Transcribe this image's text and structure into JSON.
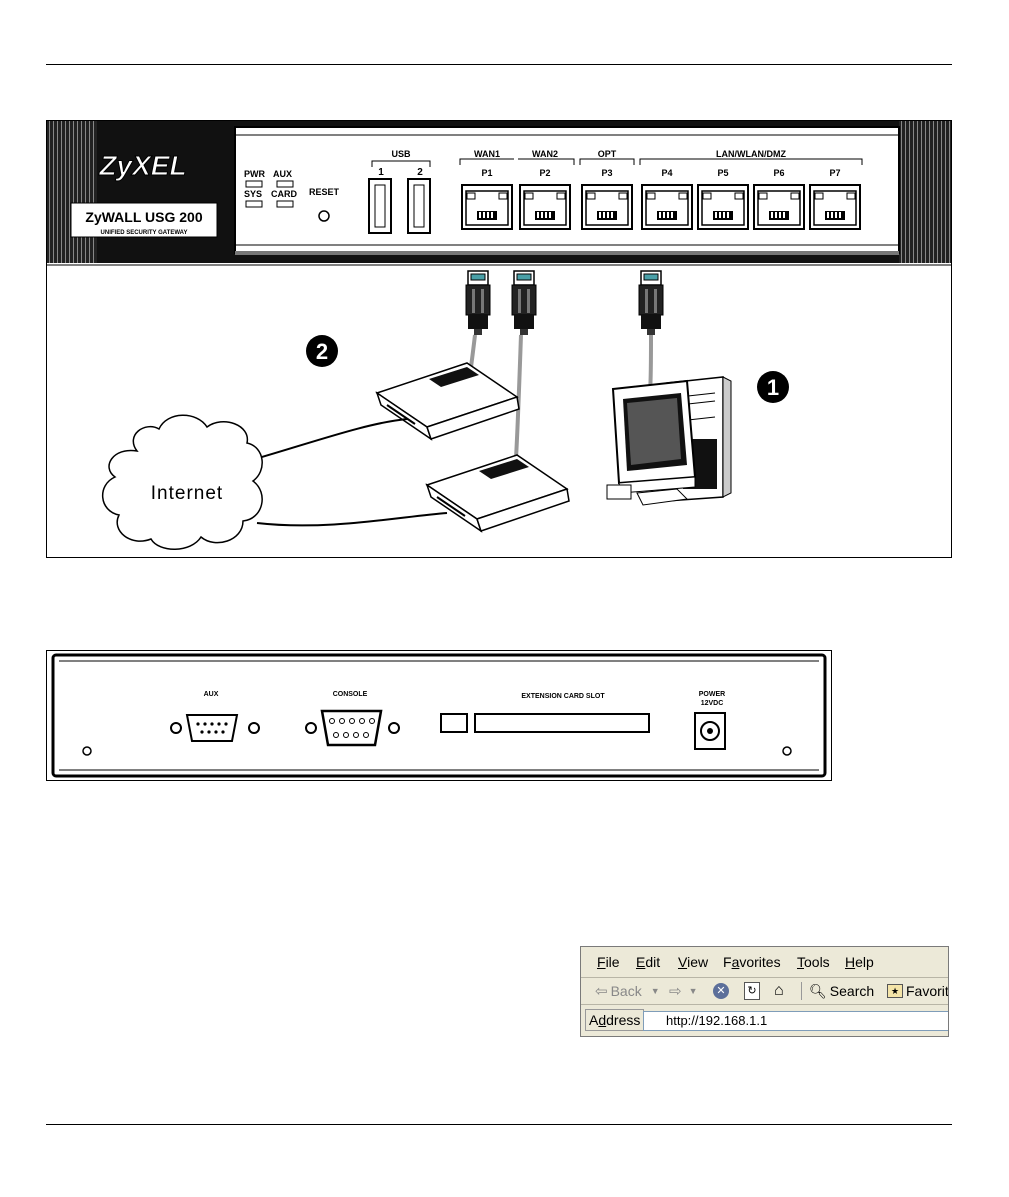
{
  "front_panel": {
    "brand": "ZyXEL",
    "model": "ZyWALL USG 200",
    "subtitle": "UNIFIED SECURITY GATEWAY",
    "leds": {
      "pwr": "PWR",
      "sys": "SYS",
      "aux": "AUX",
      "card": "CARD"
    },
    "reset": "RESET",
    "usb": {
      "label": "USB",
      "ports": [
        "1",
        "2"
      ]
    },
    "groups": {
      "wan1": "WAN1",
      "wan2": "WAN2",
      "opt": "OPT",
      "lan": "LAN/WLAN/DMZ"
    },
    "ports": [
      "P1",
      "P2",
      "P3",
      "P4",
      "P5",
      "P6",
      "P7"
    ],
    "callouts": [
      "2",
      "1"
    ],
    "cloud": "Internet"
  },
  "rear_panel": {
    "aux": "AUX",
    "console": "CONSOLE",
    "slot": "EXTENSION CARD SLOT",
    "power_line1": "POWER",
    "power_line2": "12VDC"
  },
  "browser": {
    "menu": [
      {
        "accel": "F",
        "rest": "ile"
      },
      {
        "accel": "E",
        "rest": "dit"
      },
      {
        "accel": "V",
        "rest": "iew"
      },
      {
        "pre": "F",
        "accel": "a",
        "rest": "vorites"
      },
      {
        "accel": "T",
        "rest": "ools"
      },
      {
        "accel": "H",
        "rest": "elp"
      }
    ],
    "back": "Back",
    "search": "Search",
    "favorites": "Favorit",
    "address_label": "Address",
    "address_pre": "A",
    "address_accel": "d",
    "address_rest": "dress",
    "url": "http://192.168.1.1"
  }
}
